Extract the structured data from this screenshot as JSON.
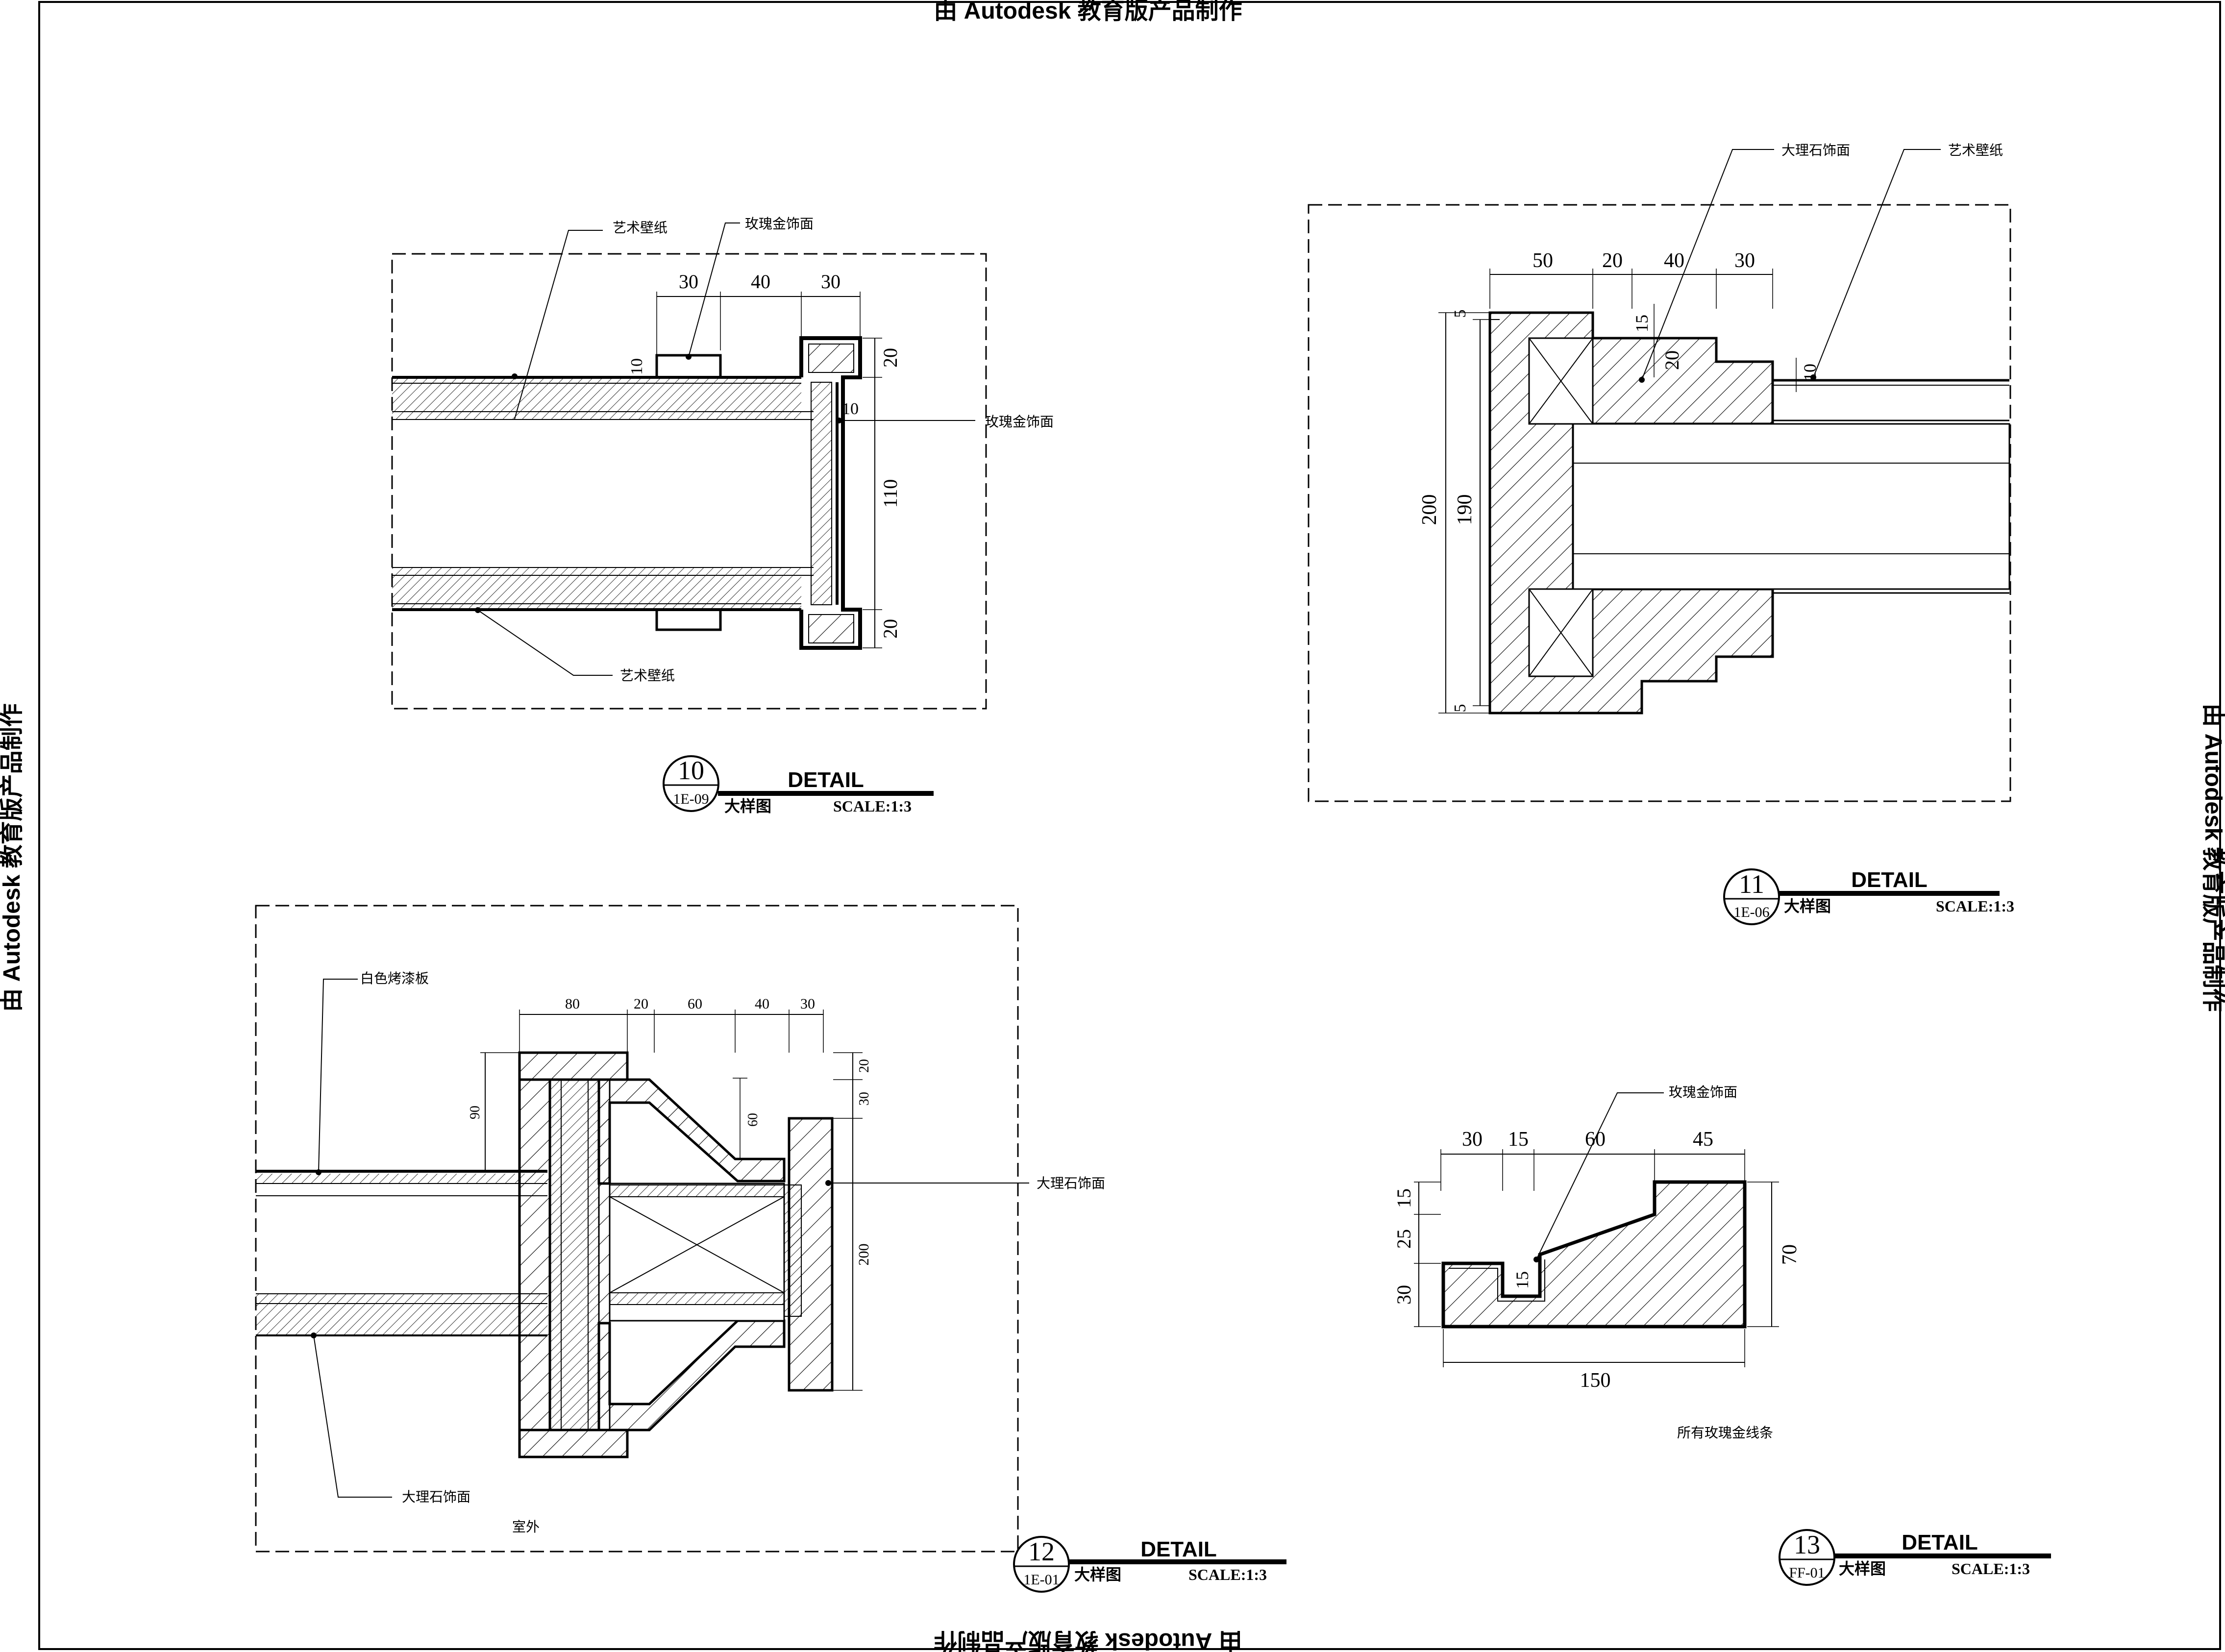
{
  "watermark": "由 Autodesk 教育版产品制作",
  "detail10": {
    "number": "10",
    "sheet_ref": "1E-09",
    "title": "DETAIL",
    "subtitle": "大样图",
    "scale": "SCALE:1:3",
    "labels": {
      "wallpaper_top": "艺术壁纸",
      "rose_gold_top": "玫瑰金饰面",
      "rose_gold_right": "玫瑰金饰面",
      "wallpaper_bottom": "艺术壁纸"
    },
    "dims": {
      "d30a": "30",
      "d40": "40",
      "d30b": "30",
      "d10a": "10",
      "d20a": "20",
      "d10b": "10",
      "d110": "110",
      "d20b": "20"
    }
  },
  "detail11": {
    "number": "11",
    "sheet_ref": "1E-06",
    "title": "DETAIL",
    "subtitle": "大样图",
    "scale": "SCALE:1:3",
    "labels": {
      "marble": "大理石饰面",
      "wallpaper": "艺术壁纸"
    },
    "dims": {
      "d50": "50",
      "d20a": "20",
      "d40": "40",
      "d30": "30",
      "d5a": "5",
      "d15": "15",
      "d20b": "20",
      "d10": "10",
      "d200": "200",
      "d190": "190",
      "d5b": "5"
    }
  },
  "detail12": {
    "number": "12",
    "sheet_ref": "1E-01",
    "title": "DETAIL",
    "subtitle": "大样图",
    "scale": "SCALE:1:3",
    "labels": {
      "white_panel": "白色烤漆板",
      "marble_right": "大理石饰面",
      "marble_bottom": "大理石饰面",
      "outdoor": "室外"
    },
    "dims": {
      "d80": "80",
      "d20a": "20",
      "d60a": "60",
      "d40": "40",
      "d30a": "30",
      "d20b": "20",
      "d30b": "30",
      "d90": "90",
      "d60b": "60",
      "d200": "200"
    }
  },
  "detail13": {
    "number": "13",
    "sheet_ref": "FF-01",
    "title": "DETAIL",
    "subtitle": "大样图",
    "scale": "SCALE:1:3",
    "labels": {
      "rose_gold": "玫瑰金饰面",
      "note": "所有玫瑰金线条"
    },
    "dims": {
      "d30a": "30",
      "d15a": "15",
      "d60": "60",
      "d45": "45",
      "d15b": "15",
      "d25": "25",
      "d30b": "30",
      "d15c": "15",
      "d70": "70",
      "d150": "150"
    }
  }
}
